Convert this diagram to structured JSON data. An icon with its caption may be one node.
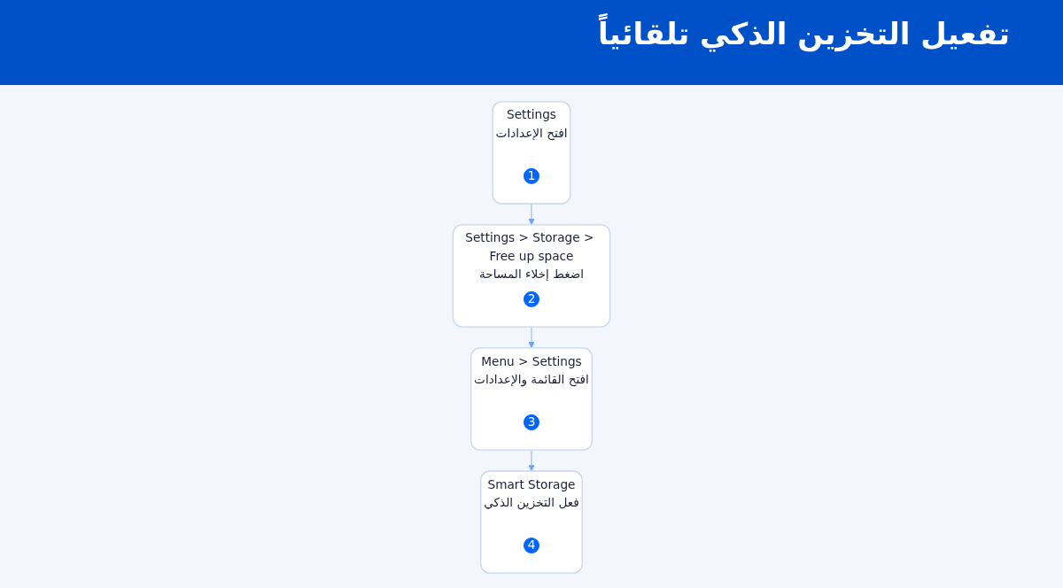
{
  "diagram": {
    "title": "تفعيل التخزين الذكي تلقائياً",
    "nodes": [
      {
        "text": [
          "Settings",
          "افتح الإعدادات"
        ]
      },
      {
        "text": [
          "1"
        ],
        "in": 0
      },
      {
        "text": [
          "Settings > Storage > Free up space",
          "اضغط إخلاء المساحة"
        ]
      },
      {
        "text": [
          "2"
        ],
        "in": 2
      },
      {
        "text": [
          "Menu > Settings",
          "افتح القائمة والإعدادات"
        ]
      },
      {
        "text": [
          "3"
        ],
        "in": 4
      },
      {
        "text": [
          "Smart Storage",
          "فعل التخزين الذكي"
        ]
      },
      {
        "text": [
          "4"
        ],
        "in": 6
      }
    ],
    "edges": [
      {
        "from": 0,
        "to": 2,
        "arrow": "to"
      },
      {
        "from": 2,
        "to": 4,
        "arrow": "to"
      },
      {
        "from": 4,
        "to": 6,
        "arrow": "to"
      }
    ]
  }
}
